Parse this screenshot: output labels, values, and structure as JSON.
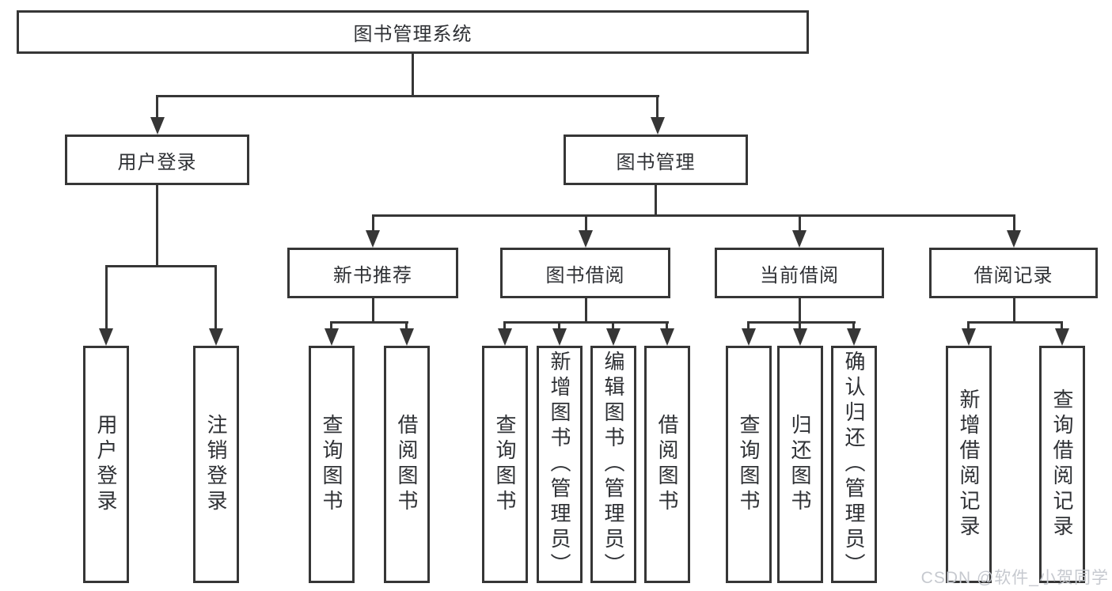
{
  "colors": {
    "line": "#363636",
    "text": "#2f3135",
    "background": "#ffffff",
    "watermark_text_color": "#c6c9cf"
  },
  "watermark": "CSDN @软件_小贺同学",
  "tree": {
    "root": {
      "label": "图书管理系统"
    },
    "branches": [
      {
        "label": "用户登录",
        "children": [
          {
            "label": "用户登录"
          },
          {
            "label": "注销登录"
          }
        ]
      },
      {
        "label": "图书管理",
        "children": [
          {
            "label": "新书推荐",
            "children": [
              {
                "label": "查询图书"
              },
              {
                "label": "借阅图书"
              }
            ]
          },
          {
            "label": "图书借阅",
            "children": [
              {
                "label": "查询图书"
              },
              {
                "label": "新增图书（管理员）"
              },
              {
                "label": "编辑图书（管理员）"
              },
              {
                "label": "借阅图书"
              }
            ]
          },
          {
            "label": "当前借阅",
            "children": [
              {
                "label": "查询图书"
              },
              {
                "label": "归还图书"
              },
              {
                "label": "确认归还（管理员）"
              }
            ]
          },
          {
            "label": "借阅记录",
            "children": [
              {
                "label": "新增借阅记录"
              },
              {
                "label": "查询借阅记录"
              }
            ]
          }
        ]
      }
    ]
  }
}
